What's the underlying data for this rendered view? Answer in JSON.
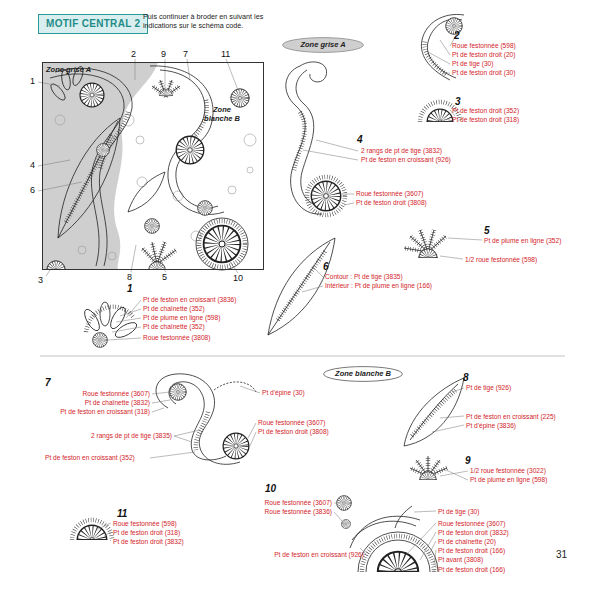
{
  "diagram": {
    "title": "MOTIF CENTRAL 2",
    "nodes": [
      {
        "text": [
          "Zone grise A",
          "Zone blanche B"
        ]
      },
      {
        "text": [
          "Zone grise A"
        ]
      },
      {
        "text": [
          "Zone blanche B"
        ]
      }
    ],
    "labels": [
      "2",
      "9",
      "7",
      "11",
      "1",
      "4",
      "6",
      "3",
      "8",
      "5",
      "10",
      "Puis continuer à broder en suivant les indications sur le schéma codé.",
      "2",
      "Roue festonnée (598)",
      "Pt de feston droit (20)",
      "Pt de tige (30)",
      "Pt de feston droit (30)",
      "3",
      "Pt de feston droit (352)",
      "Pt de feston droit (318)",
      "4",
      "2 rangs de pt de tige (3832)",
      "Pt de feston en croissant (926)",
      "Roue festonnée (3607)",
      "Pt de feston droit (3808)",
      "5",
      "Pt de plume en ligne (352)",
      "1/2 roue festonnée (598)",
      "6",
      "Contour : Pt de tige (3835)",
      "Intérieur : Pt de plume en ligne (166)",
      "1",
      "Pt de feston en croissant (3836)",
      "Pt de chaînette (352)",
      "Pt de plume en ligne (598)",
      "Pt de chaînette (352)",
      "Roue festonnée (3808)",
      "7",
      "Roue festonnée (3607)",
      "Pt de chaînette (3832)",
      "Pt de feston en croissant (318)",
      "Pt d'épine (30)",
      "2 rangs de pt de tige (3835)",
      "Roue festonnée (3607)",
      "Pt de feston droit (3808)",
      "Pt de feston en croissant (352)",
      "8",
      "Pt de tige (926)",
      "Pt de feston en croissant (225)",
      "Pt d'épine (3836)",
      "9",
      "1/2 roue festonnée (3022)",
      "Pt de plume en ligne (598)",
      "10",
      "Roue festonnée (3607)",
      "Roue festonnée (3836)",
      "Pt de tige (30)",
      "Pt de feston en croissant (926)",
      "Roue festonnée (3607)",
      "Pt de feston droit (3832)",
      "Pt de chaînette (20)",
      "Pt de feston droit (166)",
      "Pt avant (3808)",
      "Pt de feston droit (166)",
      "11",
      "Roue festonnée (598)",
      "Pt de feston droit (318)",
      "Pt de feston droit (3832)",
      "31"
    ]
  }
}
